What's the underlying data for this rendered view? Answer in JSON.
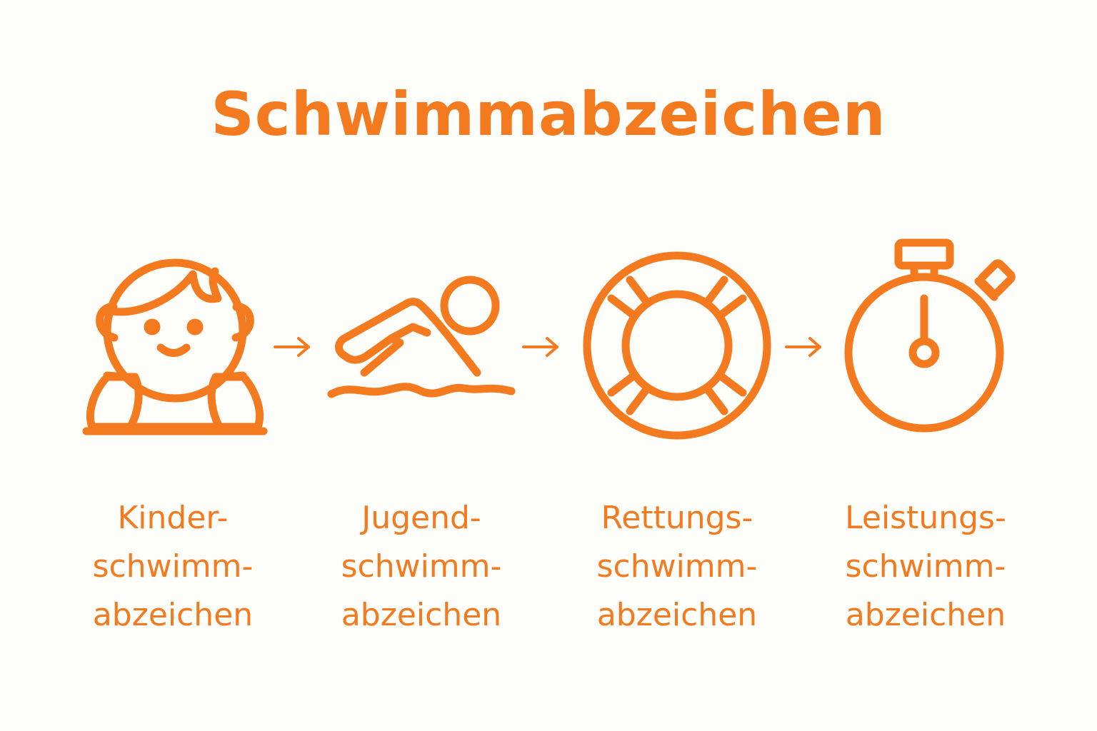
{
  "title": "Schwimmabzeichen",
  "accent_color": "#f47a1f",
  "background_color": "#fdfdf9",
  "stages": [
    {
      "icon": "child-with-armbands-icon",
      "label_lines": [
        "Kinder-",
        "schwimm-",
        "abzeichen"
      ]
    },
    {
      "icon": "swimmer-icon",
      "label_lines": [
        "Jugend-",
        "schwimm-",
        "abzeichen"
      ]
    },
    {
      "icon": "lifebuoy-icon",
      "label_lines": [
        "Rettungs-",
        "schwimm-",
        "abzeichen"
      ]
    },
    {
      "icon": "stopwatch-icon",
      "label_lines": [
        "Leistungs-",
        "schwimm-",
        "abzeichen"
      ]
    }
  ],
  "arrow_icon": "arrow-right-icon"
}
